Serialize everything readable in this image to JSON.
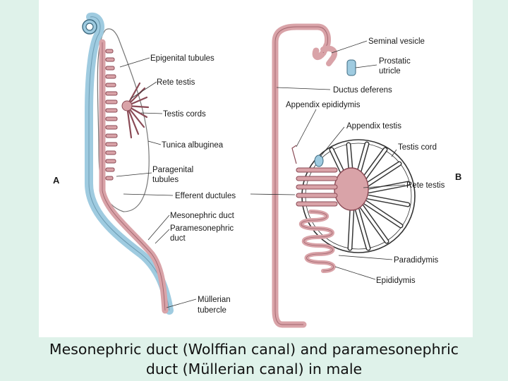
{
  "figure": {
    "panel_a": {
      "letter": "A",
      "labels": {
        "epigenital_tubules": "Epigenital tubules",
        "rete_testis": "Rete testis",
        "testis_cords": "Testis cords",
        "tunica_albuginea": "Tunica albuginea",
        "paragenital_tubules_1": "Paragenital",
        "paragenital_tubules_2": "tubules",
        "efferent_ductules": "Efferent ductules",
        "mesonephric_duct": "Mesonephric duct",
        "paramesonephric_duct_1": "Paramesonephric",
        "paramesonephric_duct_2": "duct",
        "mullerian_tubercle_1": "Müllerian",
        "mullerian_tubercle_2": "tubercle"
      }
    },
    "panel_b": {
      "letter": "B",
      "labels": {
        "seminal_vesicle": "Seminal vesicle",
        "prostatic_utricle_1": "Prostatic",
        "prostatic_utricle_2": "utricle",
        "ductus_deferens": "Ductus deferens",
        "appendix_epididymis": "Appendix epididymis",
        "appendix_testis": "Appendix testis",
        "testis_cord": "Testis cord",
        "rete_testis": "Rete testis",
        "paradidymis": "Paradidymis",
        "epididymis": "Epididymis"
      }
    },
    "colors": {
      "mesonephric_pink": "#d9a3a8",
      "duct_outline": "#8a4a55",
      "paramesonephric_blue": "#9fcbe0",
      "background": "#dff2ea"
    }
  },
  "caption": {
    "line_1": "Mesonephric duct (Wolffian canal) and paramesonephric",
    "line_2": "duct (Müllerian canal) in male"
  }
}
